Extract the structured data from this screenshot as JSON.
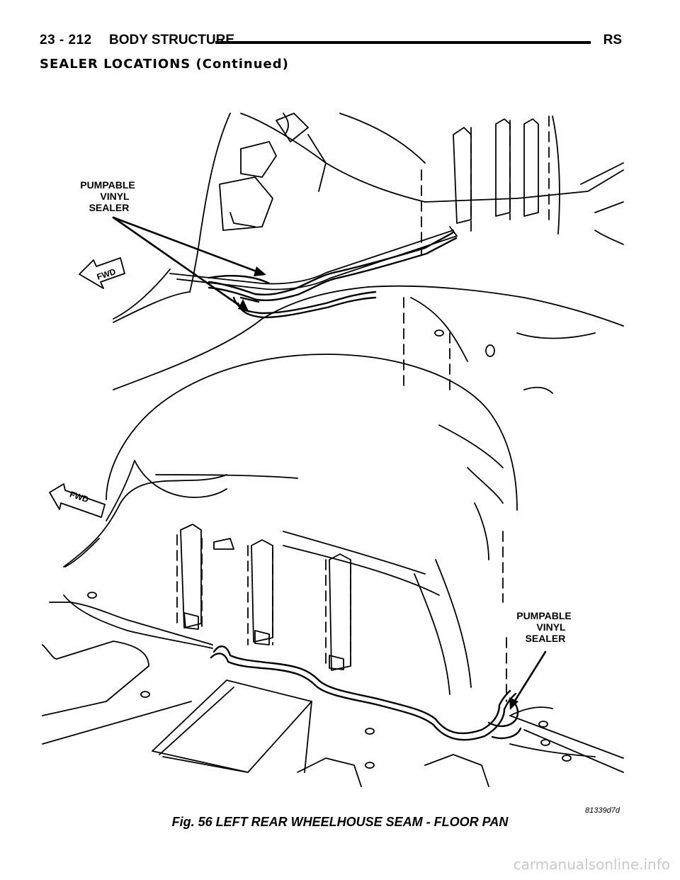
{
  "header": {
    "page_number": "23 - 212",
    "section_title": "BODY STRUCTURE",
    "vehicle_code": "RS"
  },
  "section_heading": "SEALER LOCATIONS (Continued)",
  "figure": {
    "top_callout": [
      "PUMPABLE",
      "VINYL",
      "SEALER"
    ],
    "top_fwd": "FWD",
    "bottom_callout": [
      "PUMPABLE",
      "VINYL",
      "SEALER"
    ],
    "bottom_fwd": "FWD",
    "figure_code": "81339d7d",
    "caption": "Fig. 56 LEFT REAR WHEELHOUSE SEAM - FLOOR PAN"
  },
  "watermark": "carmanualsonline.info"
}
